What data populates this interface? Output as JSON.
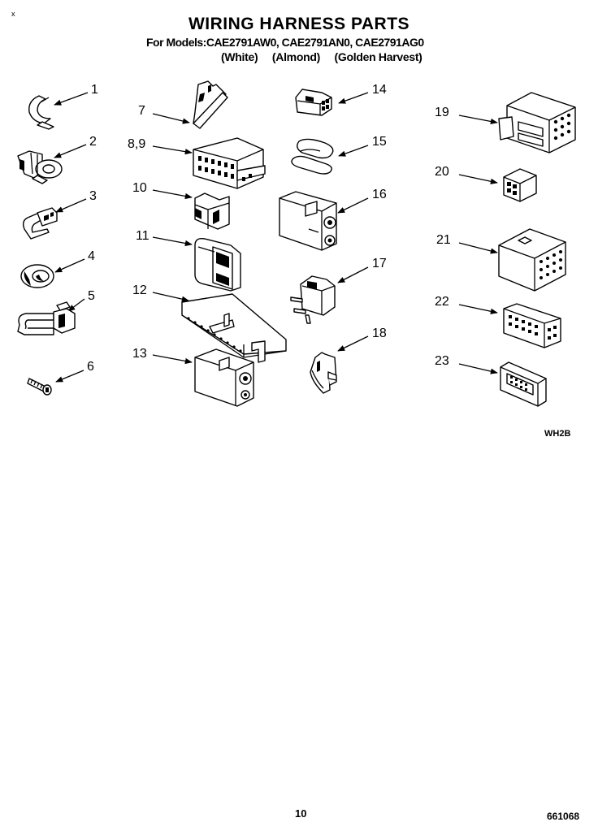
{
  "header": {
    "mark": "x",
    "title": "WIRING HARNESS PARTS",
    "models_line": "For Models:CAE2791AW0, CAE2791AN0, CAE2791AG0",
    "colors": [
      "(White)",
      "(Almond)",
      "(Golden Harvest)"
    ]
  },
  "callouts": [
    "1",
    "2",
    "3",
    "4",
    "5",
    "6",
    "7",
    "8,9",
    "10",
    "11",
    "12",
    "13",
    "14",
    "15",
    "16",
    "17",
    "18",
    "19",
    "20",
    "21",
    "22",
    "23"
  ],
  "footer": {
    "diagram_code": "WH2B",
    "page_number": "10",
    "part_number": "661068"
  }
}
